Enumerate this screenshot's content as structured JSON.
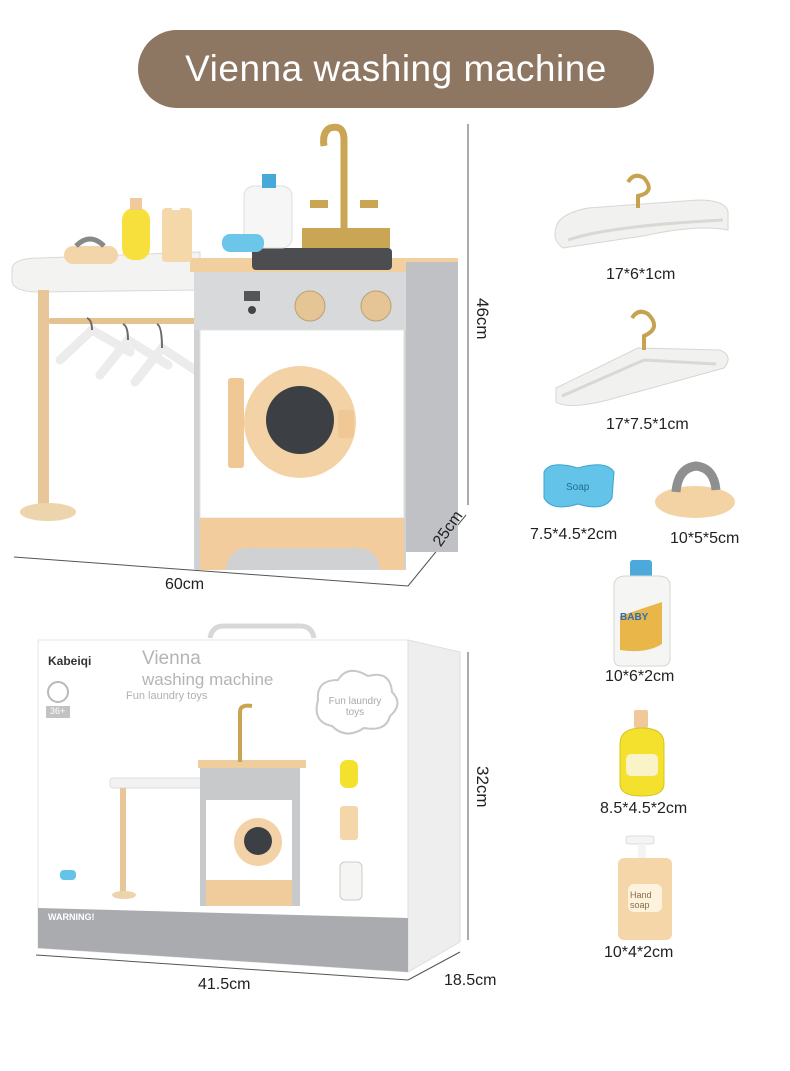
{
  "header": {
    "title": "Vienna washing machine"
  },
  "product": {
    "dimensions": {
      "width": "60cm",
      "depth": "25cm",
      "height": "46cm"
    }
  },
  "packaging": {
    "brand": "Kabeiqi",
    "name_line1": "Vienna",
    "name_line2": "washing machine",
    "subtitle": "Fun laundry toys",
    "badge": "Fun laundry toys",
    "age_badge": "36+",
    "warning": "WARNING!",
    "dimensions": {
      "width": "41.5cm",
      "depth": "18.5cm",
      "height": "32cm"
    }
  },
  "accessories": [
    {
      "name": "hanger-small",
      "size": "17*6*1cm"
    },
    {
      "name": "hanger-large",
      "size": "17*7.5*1cm"
    },
    {
      "name": "soap-bar",
      "size": "7.5*4.5*2cm",
      "label": "Soap"
    },
    {
      "name": "iron",
      "size": "10*5*5cm"
    },
    {
      "name": "detergent-bottle",
      "size": "10*6*2cm",
      "label": "BABY"
    },
    {
      "name": "yellow-bottle",
      "size": "8.5*4.5*2cm"
    },
    {
      "name": "hand-soap-pump",
      "size": "10*4*2cm",
      "label": "Hand soap"
    }
  ],
  "colors": {
    "title_bg": "#8d7662",
    "wood": "#f2cfa0",
    "grey": "#c9cbcd",
    "brass": "#c8a24a",
    "white": "#ffffff"
  }
}
